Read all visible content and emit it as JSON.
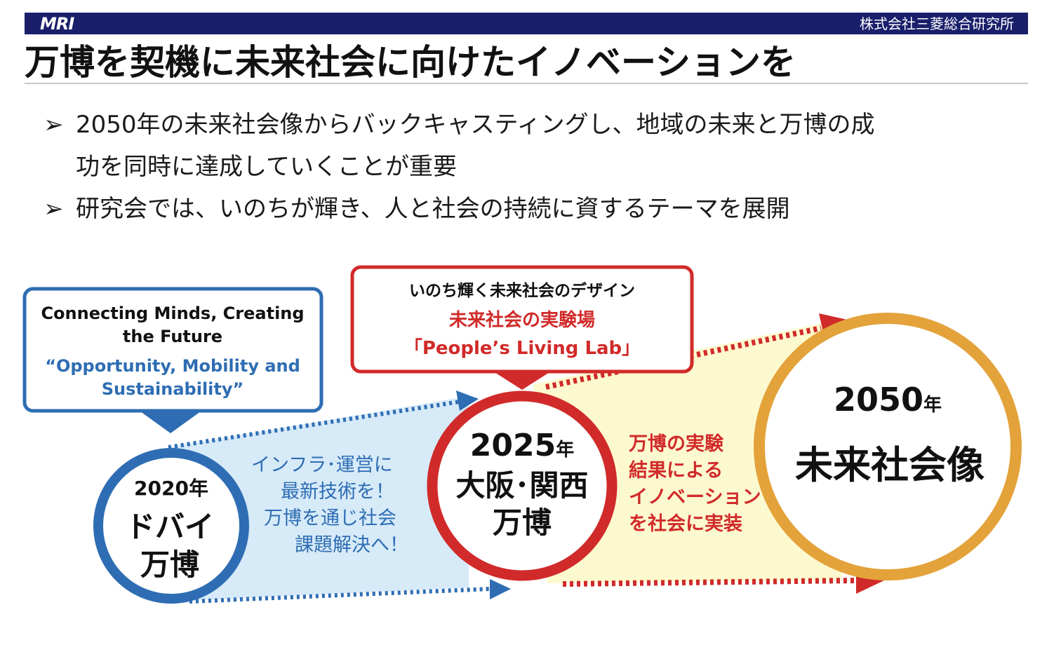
{
  "header": {
    "logo": "MRI",
    "company": "株式会社三菱総合研究所"
  },
  "title": "万博を契機に未来社会に向けたイノベーションを",
  "bullets": [
    {
      "mark": "➢",
      "line1": "2050年の未来社会像からバックキャスティングし、地域の未来と万博の成",
      "line2": "功を同時に達成していくことが重要"
    },
    {
      "mark": "➢",
      "line1": "研究会では、いのちが輝き、人と社会の持続に資するテーマを展開"
    }
  ],
  "diagram": {
    "callout_dubai": {
      "line1": "Connecting Minds, Creating",
      "line2": "the Future",
      "line3": "“Opportunity, Mobility and",
      "line4": "Sustainability”"
    },
    "callout_osaka": {
      "line1": "いのち輝く未来社会のデザイン",
      "line2": "未来社会の実験場",
      "line3": "「People’s Living Lab」"
    },
    "circle_2020": {
      "year": "2020年",
      "line1": "ドバイ",
      "line2": "万博"
    },
    "circle_2025": {
      "year": "2025",
      "year_suffix": "年",
      "line1": "大阪･関西",
      "line2": "万博"
    },
    "circle_2050": {
      "year": "2050",
      "year_suffix": "年",
      "line1": "未来社会像"
    },
    "text_blue": {
      "line1": "インフラ･運営に",
      "line2": "最新技術を！",
      "line3": "万博を通じ社会",
      "line4": "課題解決へ！"
    },
    "text_red": {
      "line1": "万博の実験",
      "line2": "結果による",
      "line3": "イノベーション",
      "line4": "を社会に実装"
    }
  },
  "colors": {
    "navy": "#1a1f6b",
    "blue": "#2e6db3",
    "blue_fill": "#d6eaf8",
    "red": "#d12a2a",
    "yellow_fill": "#fdf9cf",
    "orange": "#e3a23a"
  }
}
